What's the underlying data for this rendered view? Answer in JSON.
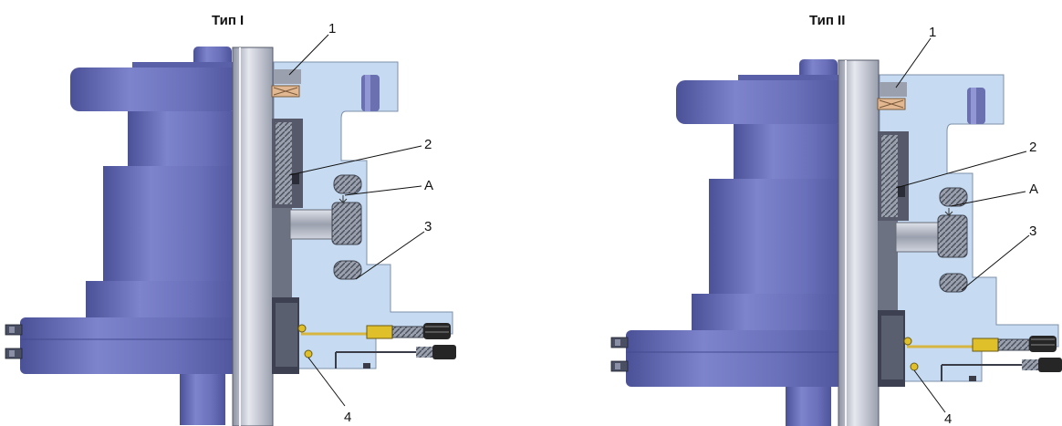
{
  "diagram": {
    "type_1": {
      "title": "Тип I",
      "callouts": {
        "c1": "1",
        "c2": "2",
        "cA": "A",
        "c3": "3",
        "c4": "4"
      }
    },
    "type_2": {
      "title": "Тип II",
      "callouts": {
        "c1": "1",
        "c2": "2",
        "cA": "A",
        "c3": "3",
        "c4": "4"
      }
    },
    "colors": {
      "body_blue": "#6f76bf",
      "body_dark": "#4d539a",
      "body_light": "#9ba1dc",
      "section_light": "#c6dbf1",
      "pipe": "#bfc3cf",
      "yellow_part": "#e0c02a",
      "black_part": "#262626"
    }
  }
}
